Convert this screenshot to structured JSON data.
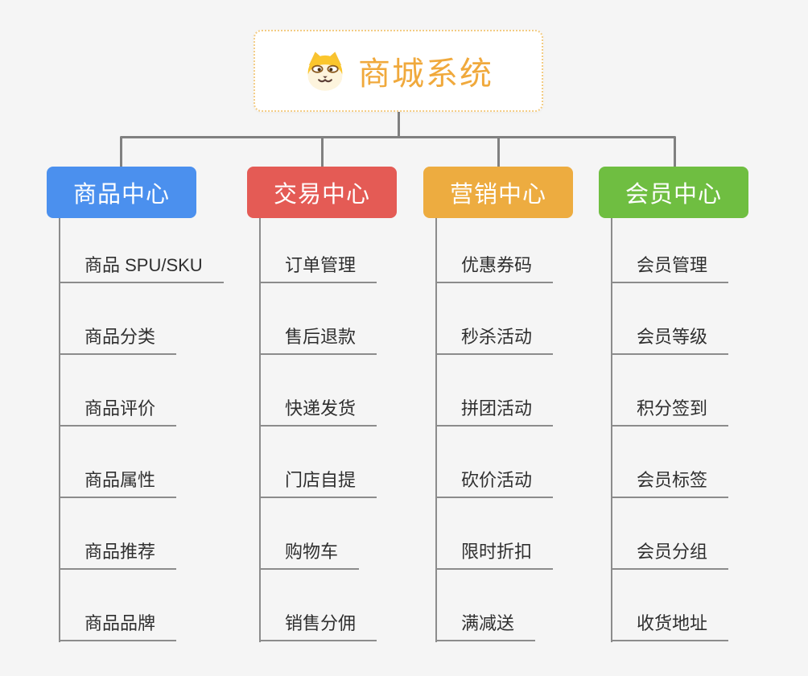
{
  "page": {
    "background_color": "#f5f5f5",
    "connector_color": "#808080",
    "leaf_line_color": "#8c8c8c",
    "leaf_text_color": "#2f2f2f"
  },
  "root": {
    "label": "商城系统",
    "icon": "shiba-dog-icon",
    "text_color": "#f0a93c",
    "border_color": "#f3cc84",
    "background_color": "#ffffff"
  },
  "branches": [
    {
      "label": "商品中心",
      "color": "#4b90ee",
      "items": [
        "商品 SPU/SKU",
        "商品分类",
        "商品评价",
        "商品属性",
        "商品推荐",
        "商品品牌"
      ]
    },
    {
      "label": "交易中心",
      "color": "#e45b55",
      "items": [
        "订单管理",
        "售后退款",
        "快递发货",
        "门店自提",
        "购物车",
        "销售分佣"
      ]
    },
    {
      "label": "营销中心",
      "color": "#edac40",
      "items": [
        "优惠券码",
        "秒杀活动",
        "拼团活动",
        "砍价活动",
        "限时折扣",
        "满减送"
      ]
    },
    {
      "label": "会员中心",
      "color": "#6fbe41",
      "items": [
        "会员管理",
        "会员等级",
        "积分签到",
        "会员标签",
        "会员分组",
        "收货地址"
      ]
    }
  ]
}
